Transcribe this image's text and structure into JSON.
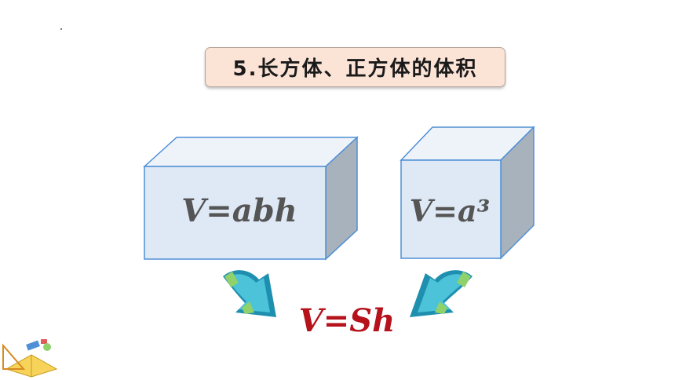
{
  "title": "5.长方体、正方体的体积",
  "cuboid": {
    "formula": "V=abh"
  },
  "cube": {
    "formula": "V=a³"
  },
  "prism": {
    "formula": "V=Sh"
  },
  "colors": {
    "box_front": "#dfe9f5",
    "box_top": "#eef3f9",
    "box_side": "#a7b2bc",
    "box_edge": "#4f8fd6",
    "formula_gray": "#555555",
    "formula_red": "#b5121b",
    "title_bg": "#fbe3d6"
  },
  "icons": {
    "left_arrow": "curved-arrow-down-right-icon",
    "right_arrow": "curved-arrow-down-left-icon",
    "corner_decoration": "math-book-tools-icon"
  }
}
